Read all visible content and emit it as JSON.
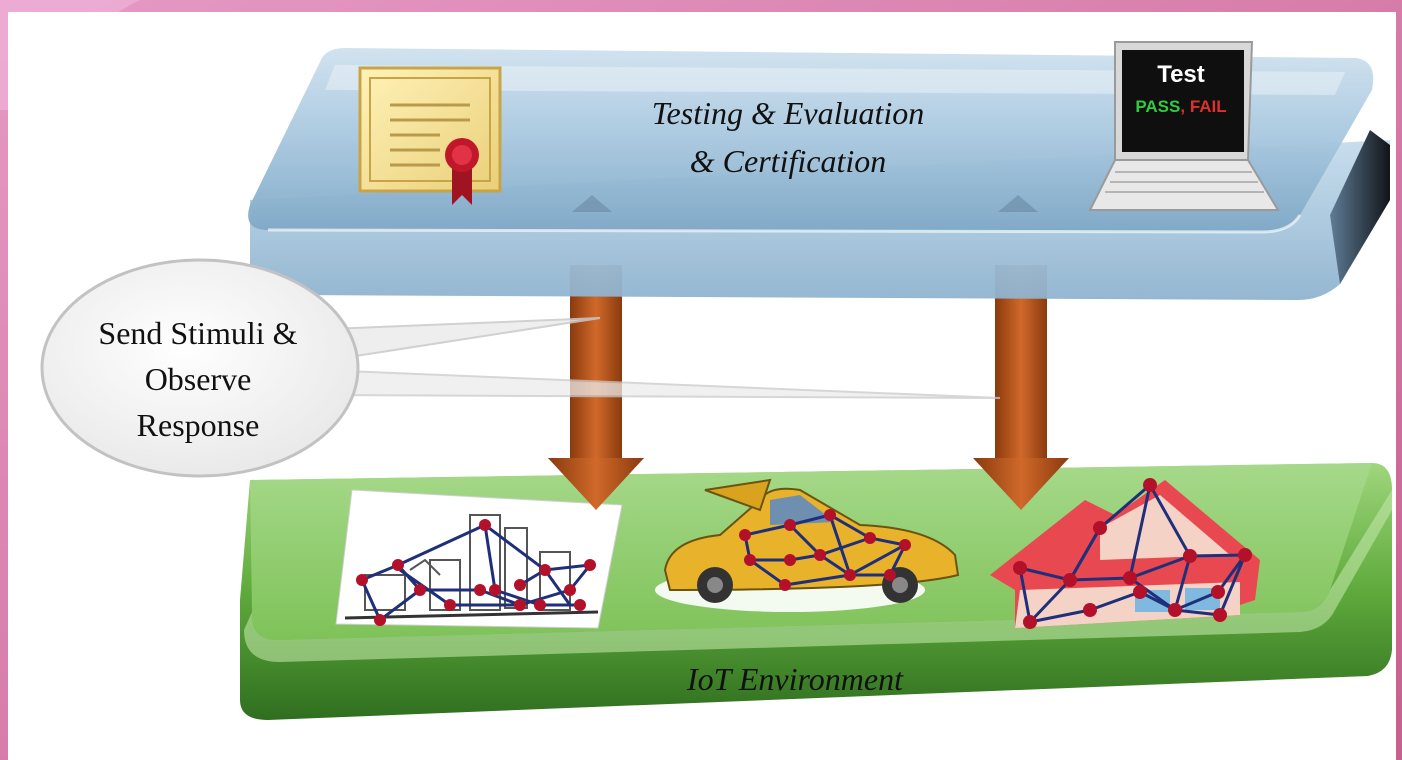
{
  "diagram": {
    "top_layer": {
      "title_line1": "Testing & Evaluation",
      "title_line2": "& Certification"
    },
    "laptop": {
      "screen_title": "Test",
      "pass_label": "PASS",
      "separator": ",",
      "fail_label": "FAIL"
    },
    "callout": {
      "line1": "Send Stimuli &",
      "line2": "Observe",
      "line3": "Response"
    },
    "bottom_layer": {
      "title": "IoT Environment"
    },
    "icons": [
      "certificate-icon",
      "laptop-icon",
      "city-network-icon",
      "car-network-icon",
      "house-network-icon"
    ],
    "colors": {
      "frame": "#d97aa6",
      "top_layer": "#a9c8df",
      "bottom_layer": "#8fcc6a",
      "arrow": "#b5541a",
      "node": "#b3102a",
      "edge": "#1f2f7a",
      "pass": "#2ecc40",
      "fail": "#e0302a"
    }
  }
}
